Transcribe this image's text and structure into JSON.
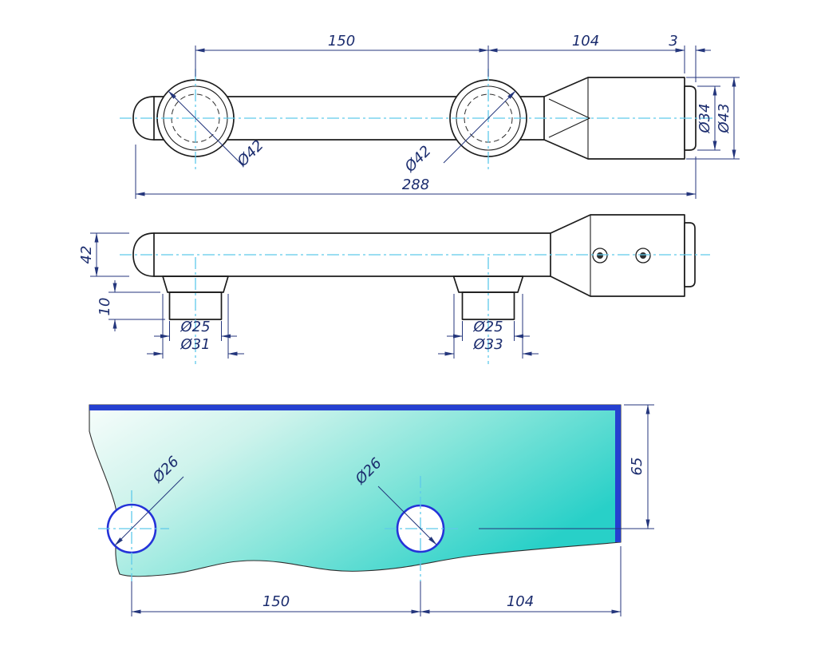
{
  "drawing": {
    "views": {
      "top": {
        "dims": {
          "len150": "150",
          "len104": "104",
          "len3": "3",
          "len288": "288",
          "dia42_left": "Ø42",
          "dia42_right": "Ø42",
          "dia34": "Ø34",
          "dia43": "Ø43"
        }
      },
      "side": {
        "dims": {
          "h42": "42",
          "h10": "10",
          "dia25_left": "Ø25",
          "dia31": "Ø31",
          "dia25_right": "Ø25",
          "dia33": "Ø33"
        }
      },
      "glass": {
        "dims": {
          "dia26_left": "Ø26",
          "dia26_right": "Ø26",
          "h65": "65",
          "len150": "150",
          "len104": "104"
        }
      }
    },
    "colors": {
      "object_line": "#1c1c1c",
      "dimension": "#24367c",
      "centerline": "#5fc9ea",
      "glass_edge_blue": "#2540d0",
      "hole_ring_blue": "#2433d8",
      "glass_teal": "#28d0c8"
    }
  }
}
